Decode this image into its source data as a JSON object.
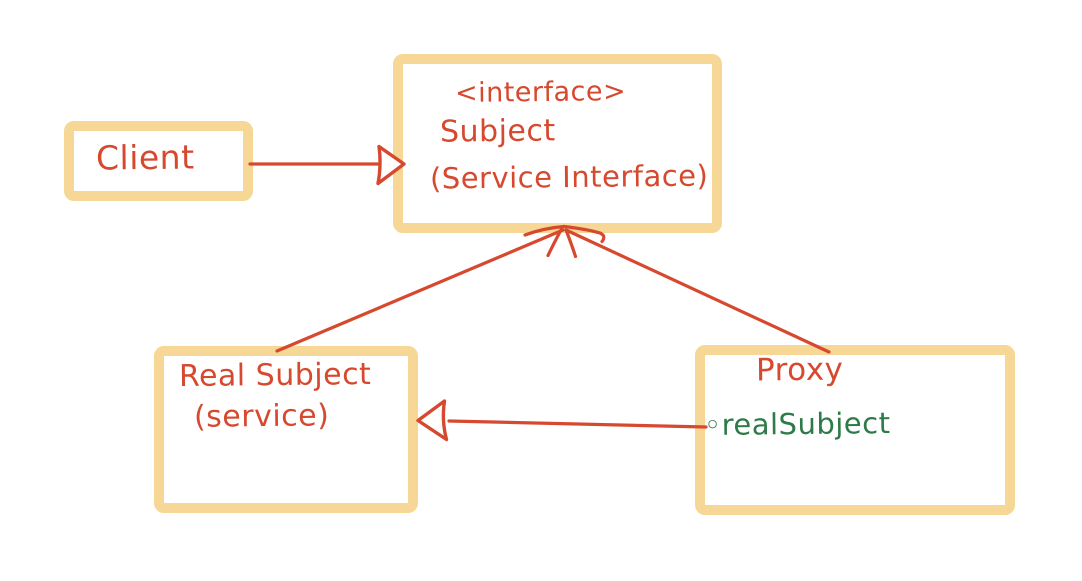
{
  "colors": {
    "background": "#ffffff",
    "box_border": "#f6d795",
    "ink_red": "#d6492f",
    "ink_green": "#2e7a48"
  },
  "nodes": {
    "client": {
      "label": "Client"
    },
    "subject": {
      "stereotype": "<interface>",
      "name": "Subject",
      "note": "(Service Interface)"
    },
    "real_subject": {
      "name": "Real Subject",
      "note": "(service)"
    },
    "proxy": {
      "name": "Proxy",
      "field_bullet": "◦",
      "field": "realSubject"
    }
  },
  "edges": [
    {
      "from": "client",
      "to": "subject",
      "style": "open-triangle-arrow"
    },
    {
      "from": "real_subject",
      "to": "subject",
      "style": "realization-line"
    },
    {
      "from": "proxy",
      "to": "subject",
      "style": "realization-line"
    },
    {
      "from": "proxy",
      "to": "real_subject",
      "style": "open-triangle-arrow"
    }
  ]
}
